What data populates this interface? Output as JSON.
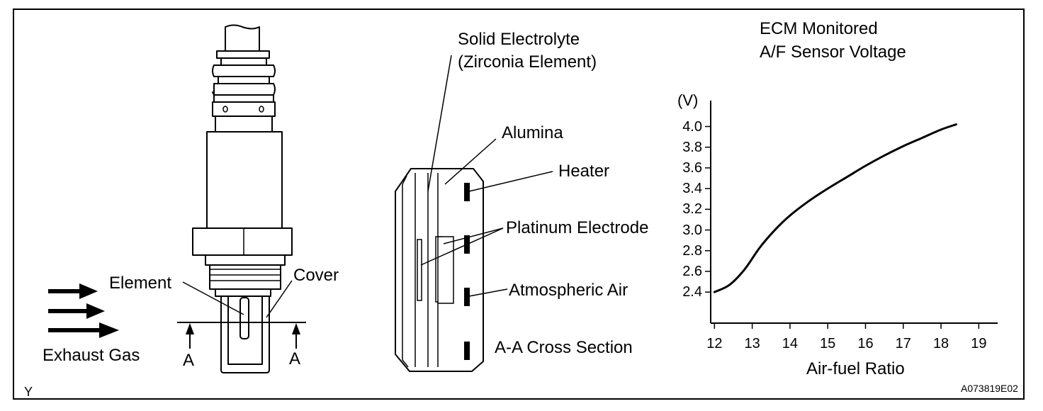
{
  "labels": {
    "element": "Element",
    "cover": "Cover",
    "exhaust_gas": "Exhaust Gas",
    "section_a_left": "A",
    "section_a_right": "A",
    "solid_electrolyte_line1": "Solid Electrolyte",
    "solid_electrolyte_line2": "(Zirconia Element)",
    "alumina": "Alumina",
    "heater": "Heater",
    "platinum_electrode": "Platinum Electrode",
    "atmospheric_air": "Atmospheric Air",
    "cross_section": "A-A Cross Section",
    "corner_letter": "Y",
    "figure_code": "A073819E02"
  },
  "chart_data": {
    "type": "line",
    "title": "ECM Monitored",
    "subtitle": "A/F Sensor Voltage",
    "ylabel": "(V)",
    "xlabel": "Air-fuel Ratio",
    "xlim": [
      11.9,
      19.5
    ],
    "ylim": [
      2.1,
      4.25
    ],
    "x_ticks": [
      12,
      13,
      14,
      15,
      16,
      17,
      18,
      19
    ],
    "x_tick_labels": [
      "12",
      "13",
      "14",
      "15",
      "16",
      "17",
      "18",
      "19"
    ],
    "y_ticks": [
      2.4,
      2.6,
      2.8,
      3.0,
      3.2,
      3.4,
      3.6,
      3.8,
      4.0
    ],
    "y_tick_labels": [
      "2.4",
      "2.6",
      "2.8",
      "3.0",
      "3.2",
      "3.4",
      "3.6",
      "3.8",
      "4.0"
    ],
    "grid": false,
    "series": [
      {
        "x": [
          12.0,
          12.4,
          12.8,
          13.2,
          13.6,
          14.0,
          14.5,
          15.0,
          15.5,
          16.0,
          16.5,
          17.0,
          17.5,
          18.0,
          18.4
        ],
        "y": [
          2.4,
          2.47,
          2.62,
          2.83,
          3.0,
          3.14,
          3.28,
          3.4,
          3.51,
          3.62,
          3.72,
          3.81,
          3.89,
          3.97,
          4.02
        ]
      }
    ],
    "colors": {
      "line": "#000000"
    }
  }
}
